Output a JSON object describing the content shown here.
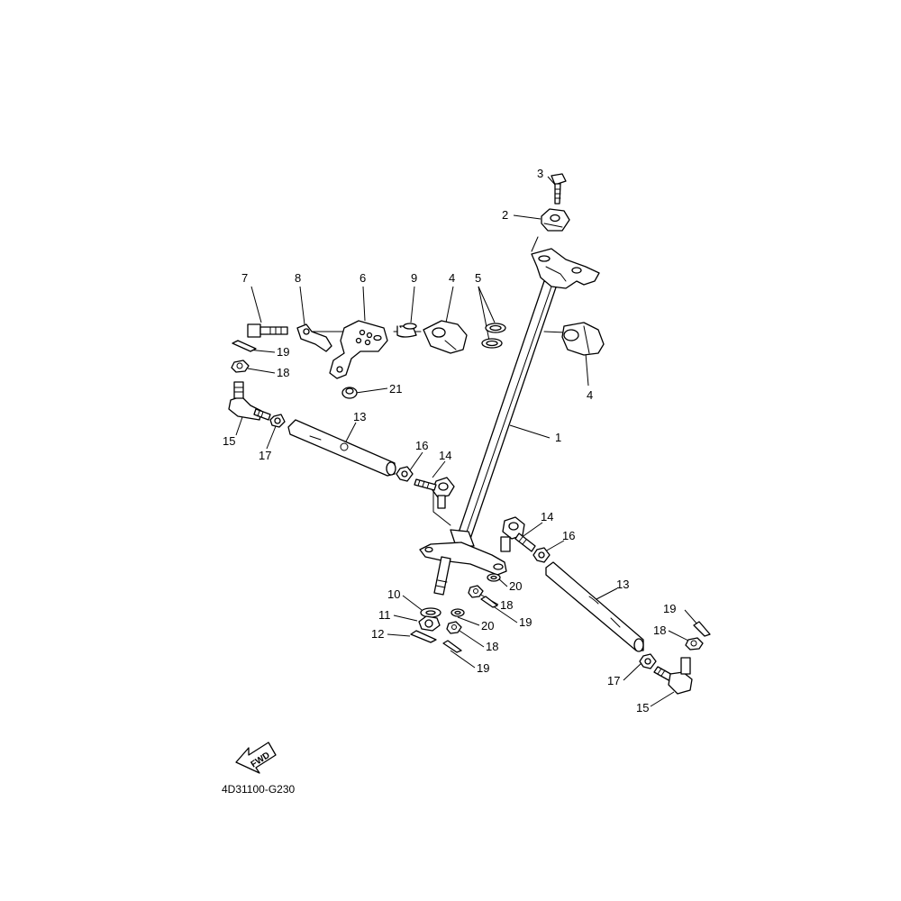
{
  "diagram_code": "4D31100-G230",
  "direction_label": "FWD",
  "callouts": {
    "c1": "1",
    "c2": "2",
    "c3": "3",
    "c4a": "4",
    "c4b": "4",
    "c5": "5",
    "c6": "6",
    "c7": "7",
    "c8": "8",
    "c9": "9",
    "c10": "10",
    "c11": "11",
    "c12": "12",
    "c13a": "13",
    "c13b": "13",
    "c14a": "14",
    "c14b": "14",
    "c15a": "15",
    "c15b": "15",
    "c16a": "16",
    "c16b": "16",
    "c17a": "17",
    "c17b": "17",
    "c18a": "18",
    "c18b": "18",
    "c18c": "18",
    "c18d": "18",
    "c19a": "19",
    "c19b": "19",
    "c19c": "19",
    "c19d": "19",
    "c20a": "20",
    "c20b": "20",
    "c21": "21"
  }
}
